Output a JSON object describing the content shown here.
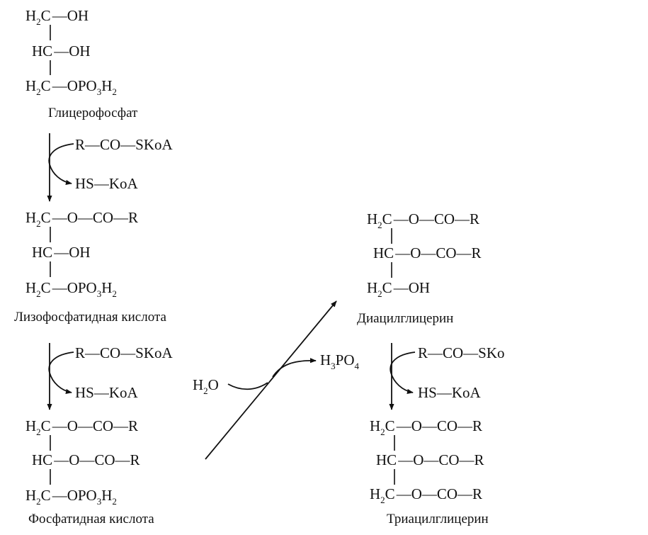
{
  "glycerophosphate": {
    "r1": {
      "h": "H",
      "n": "2",
      "c": "C",
      "g": "OH"
    },
    "r2": {
      "hc": "HC",
      "g": "OH"
    },
    "r3": {
      "h": "H",
      "n": "2",
      "c": "C",
      "g1": "OPO",
      "n1": "3",
      "g2": "H",
      "n2": "2"
    },
    "label": "Глицерофосфат"
  },
  "step1": {
    "reagent": "R—CO—SKoA",
    "product": "HS—KoA"
  },
  "lysophosphatidic": {
    "r1": {
      "h": "H",
      "n": "2",
      "c": "C",
      "g": "—O—CO—R"
    },
    "r2": {
      "hc": "HC",
      "g": "OH"
    },
    "r3": {
      "h": "H",
      "n": "2",
      "c": "C",
      "g1": "OPO",
      "n1": "3",
      "g2": "H",
      "n2": "2"
    },
    "label": "Лизофосфатидная кислота"
  },
  "step2": {
    "reagent": "R—CO—SKoA",
    "product": "HS—KoA"
  },
  "phosphatidic": {
    "r1": {
      "h": "H",
      "n": "2",
      "c": "C",
      "g": "—O—CO—R"
    },
    "r2": {
      "hc": "HC",
      "g": "—O—CO—R"
    },
    "r3": {
      "h": "H",
      "n": "2",
      "c": "C",
      "g1": "OPO",
      "n1": "3",
      "g2": "H",
      "n2": "2"
    },
    "label": "Фосфатидная кислота"
  },
  "hydrolysis": {
    "water": "H",
    "water_n": "2",
    "water_o": "O",
    "product": "H",
    "product_n1": "3",
    "product_po": "PO",
    "product_n2": "4"
  },
  "diacylglycerol": {
    "r1": {
      "h": "H",
      "n": "2",
      "c": "C",
      "g": "—O—CO—R"
    },
    "r2": {
      "hc": "HC",
      "g": "—O—CO—R"
    },
    "r3": {
      "h": "H",
      "n": "2",
      "c": "C",
      "g": "OH"
    },
    "label": "Диацилглицерин"
  },
  "step3": {
    "reagent": "R—CO—SKo",
    "product": "HS—KoA"
  },
  "triacylglycerol": {
    "r1": {
      "h": "H",
      "n": "2",
      "c": "C",
      "g": "—O—CO—R"
    },
    "r2": {
      "hc": "HC",
      "g": "—O—CO—R"
    },
    "r3": {
      "h": "H",
      "n": "2",
      "c": "C",
      "g": "—O—CO—R"
    },
    "label": "Триацилглицерин"
  }
}
